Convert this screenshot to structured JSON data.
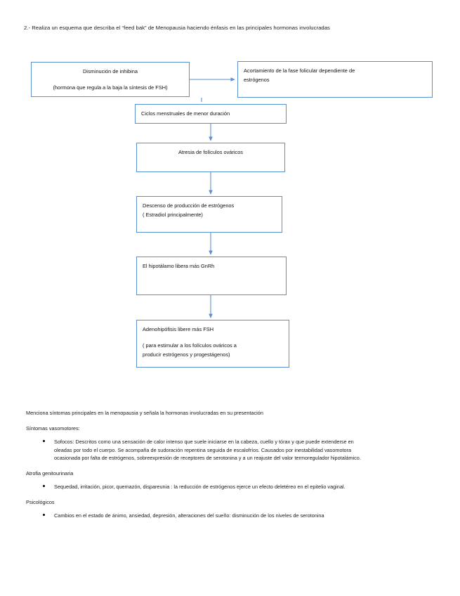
{
  "document": {
    "question_heading": "2.- Realiza un esquema que describa el “feed bak” de Menopausia haciendo énfasis en las principales hormonas involucradas"
  },
  "flowchart": {
    "boxes": [
      {
        "id": "inhibina",
        "line1": "Disminución de inhibina",
        "line2": "(hormona que regula a la baja la síntesis de FSH)"
      },
      {
        "id": "acortamiento",
        "line1": "Acortamiento de la fase folicular dependiente de",
        "line2": "estrógenos"
      },
      {
        "id": "ciclos",
        "line1": "Ciclos menstruales de menor duración"
      },
      {
        "id": "atresia",
        "line1": "Atresia de folículos ováricos"
      },
      {
        "id": "descenso",
        "line1": "Descenso de producción de estrógenos",
        "line2": "( Estradiol principalmente)"
      },
      {
        "id": "hipotalamo",
        "line1": "El hipotálamo libera más GnRh"
      },
      {
        "id": "adenohipofisis",
        "line1": "Adenohipófisis libere más FSH",
        "line2": "( para  estimular  a  los  folículos  ováricos  a",
        "line3": "producir estrógenos y progestágenos)"
      }
    ],
    "border_color": "#5b8fd4",
    "arrow_color": "#5b8fd4"
  },
  "symptoms": {
    "intro": "Menciona síntomas principales en la menopausia y señala la hormonas involucradas en su presentación",
    "sections": [
      {
        "heading": "Síntomas vasomotores:",
        "bullets": [
          {
            "line1": "Sofocos: Descritos como una sensación de calor intenso que suele iniciarse en la cabeza, cuello y tórax y que puede extenderse en",
            "line2": "oleadas por todo el cuerpo. Se acompaña de sudoración repentina seguida de escalofríos. Causados por inestabilidad vasomotora",
            "line3": "ocasionada por falta de estrógenos, sobreexpresión de receptores de serotonina y a un reajuste del valor termoregulador hipotalámico."
          }
        ]
      },
      {
        "heading": "Atrofia genitourinaria",
        "bullets": [
          {
            "line1": "Sequedad, irritación, picor, quemazón, dispareunia : la reducción de estrógenos ejerce un efecto deletéreo en el epitelio vaginal."
          }
        ]
      },
      {
        "heading": "Psicológicos",
        "bullets": [
          {
            "line1": "Cambios en el estado de ánimo, ansiedad, depresión, alteraciones del sueño: disminución de los niveles de serotonina"
          }
        ]
      }
    ]
  }
}
